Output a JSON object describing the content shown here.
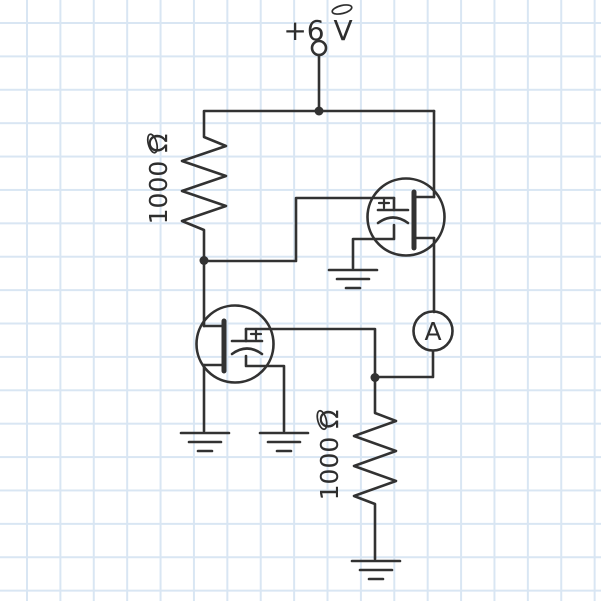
{
  "schematic": {
    "labels": {
      "supply_voltage": "+6 V",
      "resistor_top": "1000 Ω",
      "resistor_bottom": "1000 Ω",
      "ammeter": "A"
    },
    "components": [
      {
        "type": "terminal",
        "name": "supply-terminal",
        "label": "+6 V"
      },
      {
        "type": "resistor",
        "name": "top-resistor",
        "value": "1000 Ω",
        "orientation": "vertical"
      },
      {
        "type": "mosfet",
        "name": "upper-mosfet",
        "orientation": "gate-left"
      },
      {
        "type": "mosfet",
        "name": "lower-mosfet",
        "orientation": "gate-right"
      },
      {
        "type": "ammeter",
        "name": "ammeter",
        "label": "A"
      },
      {
        "type": "resistor",
        "name": "bottom-resistor",
        "value": "1000 Ω",
        "orientation": "vertical"
      },
      {
        "type": "ground",
        "name": "upper-mosfet-bulk-ground"
      },
      {
        "type": "ground",
        "name": "lower-mosfet-source-ground"
      },
      {
        "type": "ground",
        "name": "lower-mosfet-bulk-ground"
      },
      {
        "type": "ground",
        "name": "bottom-resistor-ground"
      }
    ],
    "colors": {
      "wire": "#323232",
      "grid": "#d9e6f3",
      "paper": "#ffffff",
      "text": "#2e2e2e"
    }
  }
}
